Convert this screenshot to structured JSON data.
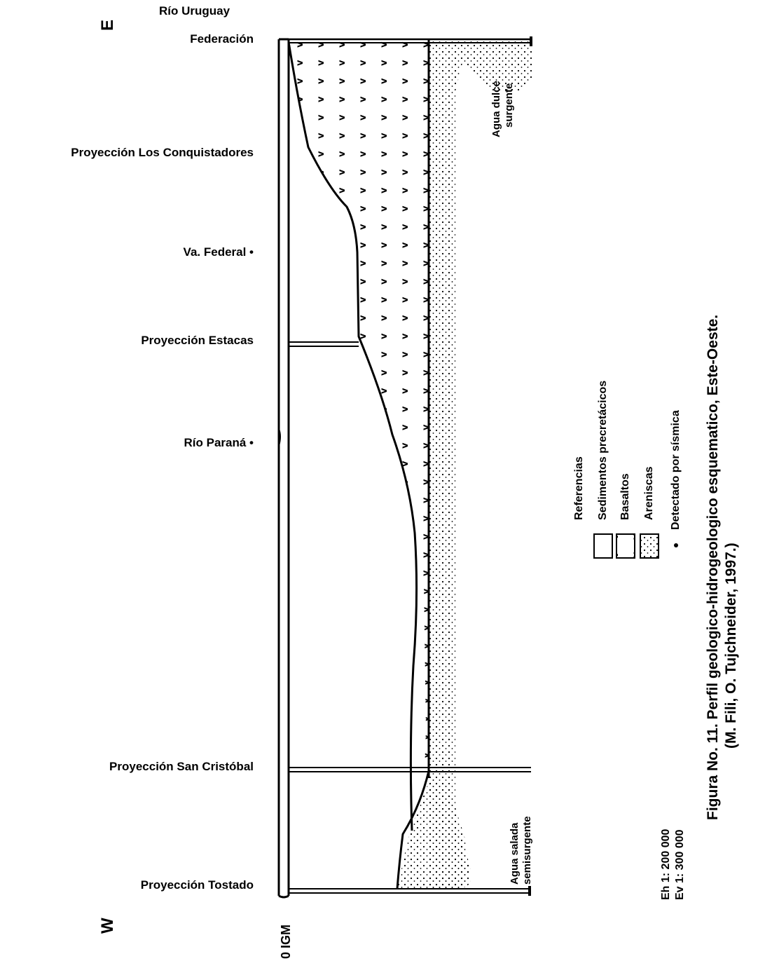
{
  "direction": {
    "east": "E",
    "west": "W"
  },
  "locations": [
    {
      "id": "rio-uruguay",
      "label": "Río Uruguay"
    },
    {
      "id": "federacion",
      "label": "Federación"
    },
    {
      "id": "los-conquistadores",
      "label": "Proyección Los Conquistadores"
    },
    {
      "id": "va-federal",
      "label": "Va. Federal •"
    },
    {
      "id": "estacas",
      "label": "Proyección Estacas"
    },
    {
      "id": "rio-parana",
      "label": "Río Paraná •"
    },
    {
      "id": "san-cristobal",
      "label": "Proyección San Cristóbal"
    },
    {
      "id": "tostado",
      "label": "Proyección Tostado"
    }
  ],
  "datum_label": "0 IGM",
  "water_notes": {
    "fresh": [
      "Agua dulce",
      "surgente"
    ],
    "salt": [
      "Agua salada",
      "semisurgente"
    ]
  },
  "legend": {
    "title": "Referencias",
    "items": [
      {
        "symbol": "white-box",
        "label": "Sedimentos precretácicos"
      },
      {
        "symbol": "basalt-pattern",
        "label": "Basaltos"
      },
      {
        "symbol": "dot-pattern",
        "label": "Areniscas"
      },
      {
        "symbol": "dot",
        "label": "Detectado por sísmica"
      }
    ]
  },
  "scale": {
    "horizontal": "Eh 1: 200 000",
    "vertical": "Ev 1: 300 000"
  },
  "caption": {
    "line1": "Figura No. 11. Perfil geologico-hidrogeologico esquematico, Este-Oeste.",
    "line2": "(M. Fili, O. Tujchneider, 1997.)"
  },
  "colors": {
    "ink": "#000000",
    "paper": "#ffffff"
  }
}
